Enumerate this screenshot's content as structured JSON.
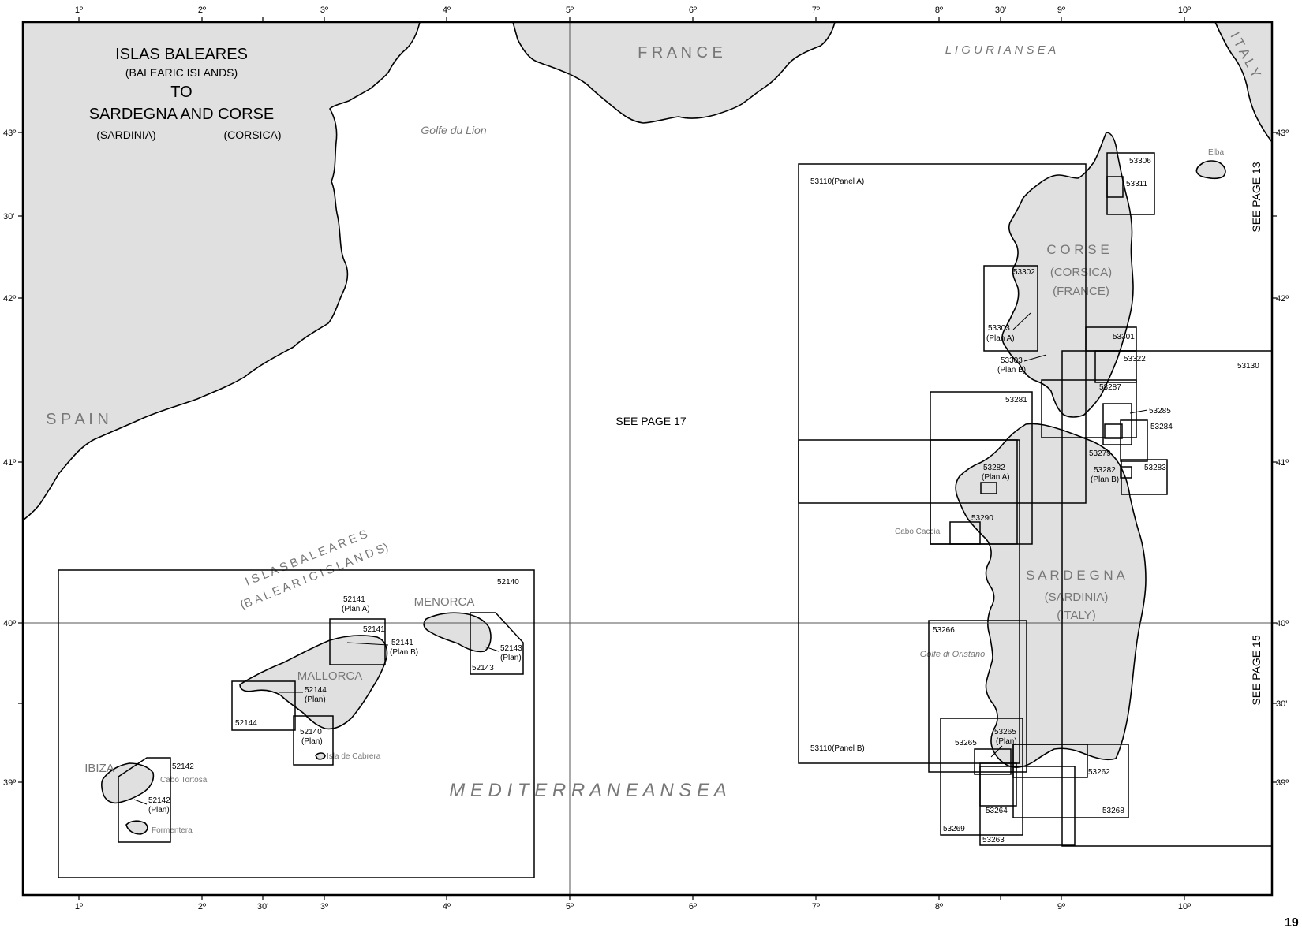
{
  "title": {
    "line1": "ISLAS BALEARES",
    "line2": "(BALEARIC ISLANDS)",
    "line3": "TO",
    "line4": "SARDEGNA AND CORSE",
    "line5a": "(SARDINIA)",
    "line5b": "(CORSICA)"
  },
  "top_ticks": [
    "1º",
    "2º",
    "3º",
    "4º",
    "5º",
    "6º",
    "7º",
    "8º",
    "30'",
    "9º",
    "10º"
  ],
  "bottom_ticks": [
    "1º",
    "2º",
    "30'",
    "3º",
    "4º",
    "5º",
    "6º",
    "7º",
    "8º",
    "9º",
    "10º"
  ],
  "left_ticks": [
    "43º",
    "30'",
    "42º",
    "41º",
    "40º",
    "39º"
  ],
  "right_ticks": [
    "43º",
    "42º",
    "41º",
    "40º",
    "30'",
    "39º"
  ],
  "page_number": "19",
  "regions": {
    "france": "F R A N C E",
    "ligurian": "L I G U R I A N   S E A",
    "italy": "I T A L Y",
    "spain": "S P A I N",
    "golfe_lion": "Golfe  du  Lion",
    "mediterranean": "M   E   D   I   T   E   R   R   A   N   E   A   N     S   E   A",
    "islas_baleares": "I S L A S   B A L E A R E S",
    "balearic_islands": "(B A L E A R I C   I S L A N D S)",
    "corse": "C O R S E",
    "corsica": "(CORSICA)",
    "france_paren": "(FRANCE)",
    "sardegna": "S A R D E G N A",
    "sardinia": "(SARDINIA)",
    "italy_paren": "(ITALY)",
    "menorca": "MENORCA",
    "mallorca": "MALLORCA",
    "ibiza": "IBIZA",
    "elba": "Elba",
    "cabo_tortosa": "Cabo Tortosa",
    "formentera": "Formentera",
    "isla_cabrera": "Isla de Cabrera",
    "cabo_caccia": "Cabo Caccia",
    "golfe_oristano": "Golfe di Oristano"
  },
  "see_page": {
    "p17": "SEE PAGE 17",
    "p13": "SEE PAGE 13",
    "p15": "SEE PAGE 15"
  },
  "charts": {
    "c52140": "52140",
    "c52141a1": "52141",
    "c52141a2": "(Plan A)",
    "c52141": "52141",
    "c52141b1": "52141",
    "c52141b2": "(Plan B)",
    "c52143": "52143",
    "c52143p1": "52143",
    "c52143p2": "(Plan)",
    "c52144": "52144",
    "c52144p1": "52144",
    "c52144p2": "(Plan)",
    "c52140p1": "52140",
    "c52140p2": "(Plan)",
    "c52142": "52142",
    "c52142p1": "52142",
    "c52142p2": "(Plan)",
    "c53110a": "53110(Panel A)",
    "c53110b": "53110(Panel B)",
    "c53306": "53306",
    "c53311": "53311",
    "c53302": "53302",
    "c53303a1": "53303",
    "c53303a2": "(Plan A)",
    "c53303b1": "53303",
    "c53303b2": "(Plan B)",
    "c53301": "53301",
    "c53322": "53322",
    "c53130": "53130",
    "c53287": "53287",
    "c53281": "53281",
    "c53285": "53285",
    "c53284": "53284",
    "c53279": "53279",
    "c53282a1": "53282",
    "c53282a2": "(Plan A)",
    "c53282b1": "53282",
    "c53282b2": "(Plan B)",
    "c53283": "53283",
    "c53290": "53290",
    "c53266": "53266",
    "c53265": "53265",
    "c53265p1": "53265",
    "c53265p2": "(Plan)",
    "c53262": "53262",
    "c53264": "53264",
    "c53268": "53268",
    "c53269": "53269",
    "c53263": "53263"
  }
}
